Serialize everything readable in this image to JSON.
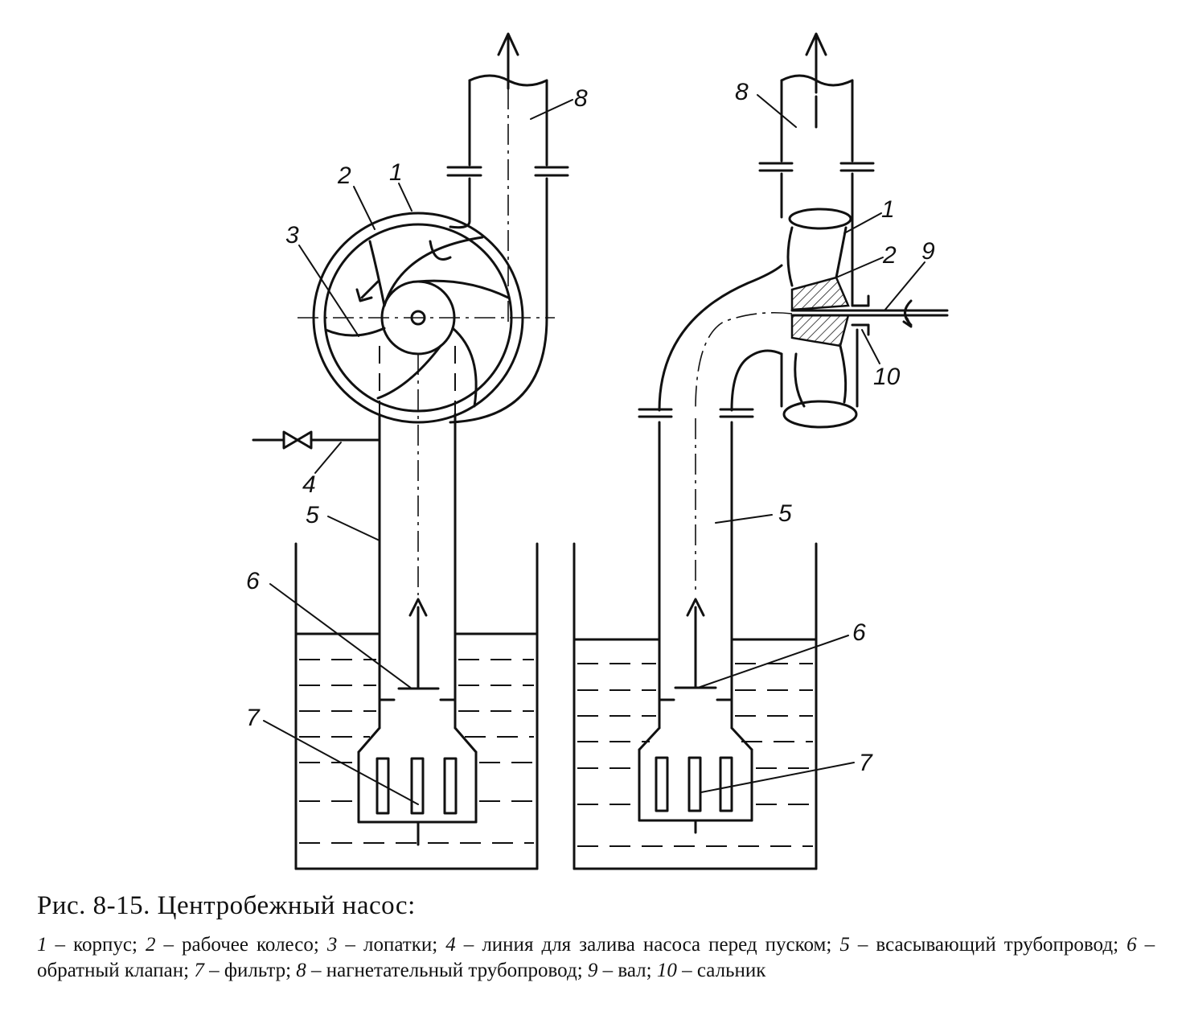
{
  "figure": {
    "title": "Рис. 8-15. Центробежный насос:",
    "labels": {
      "l1": "1",
      "l2": "2",
      "l3": "3",
      "l4": "4",
      "l5": "5",
      "l6": "6",
      "l7": "7",
      "l8": "8",
      "l9": "9",
      "l10": "10"
    },
    "legend": [
      {
        "num": "1",
        "text": "корпус"
      },
      {
        "num": "2",
        "text": "рабочее колесо"
      },
      {
        "num": "3",
        "text": "лопатки"
      },
      {
        "num": "4",
        "text": "линия для залива насоса перед пуском"
      },
      {
        "num": "5",
        "text": "всасывающий трубопровод"
      },
      {
        "num": "6",
        "text": "обратный клапан"
      },
      {
        "num": "7",
        "text": "фильтр"
      },
      {
        "num": "8",
        "text": "нагнетательный трубопровод"
      },
      {
        "num": "9",
        "text": "вал"
      },
      {
        "num": "10",
        "text": "сальник"
      }
    ]
  }
}
